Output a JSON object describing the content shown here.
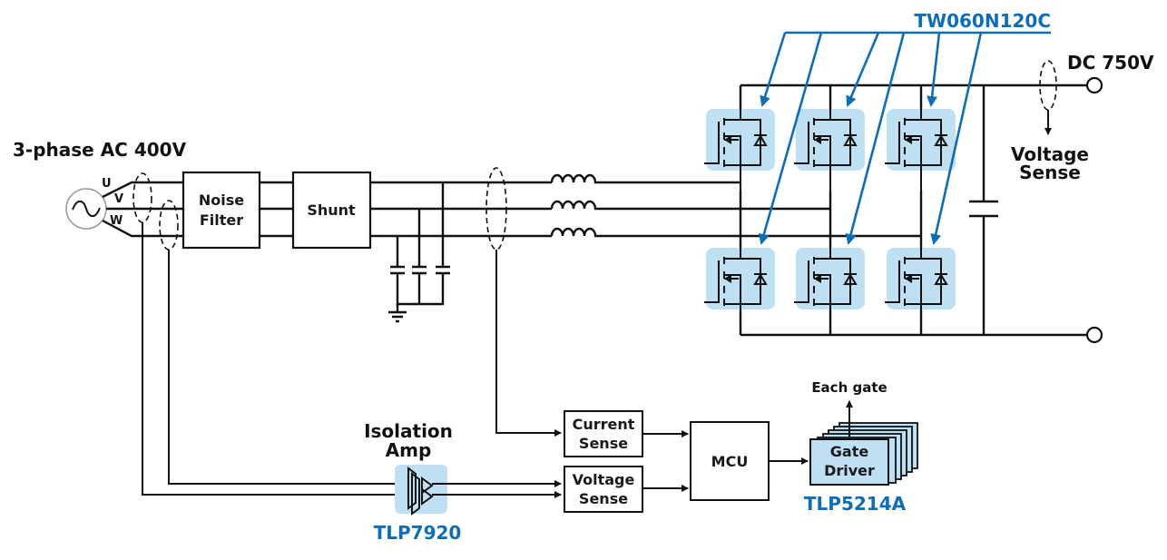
{
  "title": "3-phase inverter block diagram",
  "labels": {
    "ac_source": "3-phase AC 400V",
    "phase_u": "U",
    "phase_v": "V",
    "phase_w": "W",
    "dc_bus": "DC 750V",
    "dc_voltage_sense_line1": "Voltage",
    "dc_voltage_sense_line2": "Sense",
    "isolation_amp_line1": "Isolation",
    "isolation_amp_line2": "Amp",
    "each_gate": "Each gate"
  },
  "blocks": {
    "noise_filter": [
      "Noise",
      "Filter"
    ],
    "shunt": "Shunt",
    "current_sense": [
      "Current",
      "Sense"
    ],
    "voltage_sense": [
      "Voltage",
      "Sense"
    ],
    "mcu": "MCU",
    "gate_driver": [
      "Gate",
      "Driver"
    ]
  },
  "parts": {
    "mosfet": "TW060N120C",
    "isolation_amp": "TLP7920",
    "gate_driver": "TLP5214A"
  },
  "colors": {
    "accent": "#0f6db6",
    "highlight": "#bfe0f3",
    "wire": "#111111"
  }
}
